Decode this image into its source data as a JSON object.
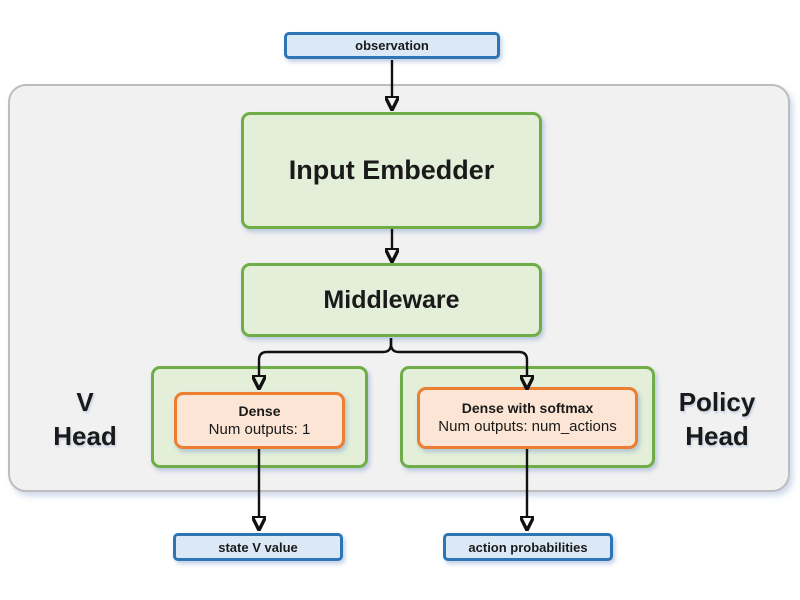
{
  "colors": {
    "blue_fill": "#dbe9f6",
    "blue_border": "#2e75b6",
    "green_fill": "#e3efd9",
    "green_border": "#70ad47",
    "orange_fill": "#fce5d5",
    "orange_border": "#ed7d31",
    "panel_fill": "#f1f1f1",
    "panel_border": "#bdbdbd",
    "arrow_color": "#111111"
  },
  "diagram": {
    "observation": "observation",
    "input_embedder": "Input Embedder",
    "middleware": "Middleware",
    "v_head": {
      "line1": "V",
      "line2": "Head"
    },
    "v_dense": {
      "title": "Dense",
      "subtitle": "Num outputs: 1"
    },
    "policy_head": {
      "line1": "Policy",
      "line2": "Head"
    },
    "policy_dense": {
      "title": "Dense with softmax",
      "subtitle": "Num outputs: num_actions"
    },
    "state_v_value": "state V value",
    "action_probabilities": "action probabilities"
  }
}
